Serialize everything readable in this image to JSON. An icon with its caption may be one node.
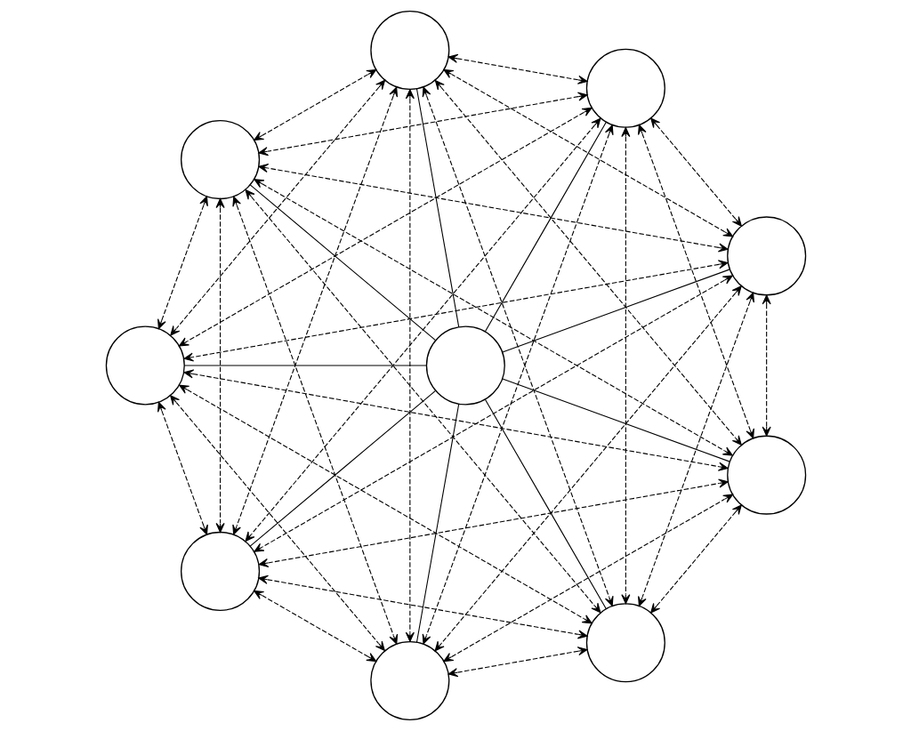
{
  "diagram": {
    "nodes": [
      {
        "text": [],
        "shape": "circle"
      },
      {
        "text": [],
        "shape": "circle"
      },
      {
        "text": [],
        "shape": "circle"
      },
      {
        "text": [],
        "shape": "circle"
      },
      {
        "text": [],
        "shape": "circle"
      },
      {
        "text": [],
        "shape": "circle"
      },
      {
        "text": [],
        "shape": "circle"
      },
      {
        "text": [],
        "shape": "circle"
      },
      {
        "text": [],
        "shape": "circle"
      },
      {
        "text": [],
        "shape": "circle"
      }
    ],
    "edges": [
      {
        "from": 0,
        "to": 5,
        "arrow": "none"
      },
      {
        "from": 0,
        "to": 3,
        "arrow": "none"
      },
      {
        "from": 0,
        "to": 2,
        "arrow": "none"
      },
      {
        "from": 0,
        "to": 1,
        "arrow": "none"
      },
      {
        "from": 0,
        "to": 4,
        "arrow": "none"
      },
      {
        "from": 0,
        "to": 6,
        "arrow": "none"
      },
      {
        "from": 0,
        "to": 8,
        "arrow": "none"
      },
      {
        "from": 0,
        "to": 9,
        "arrow": "none"
      },
      {
        "from": 0,
        "to": 7,
        "arrow": "none"
      },
      {
        "from": 1,
        "to": 2,
        "arrow": "both",
        "style": "dashed"
      },
      {
        "from": 1,
        "to": 3,
        "arrow": "both",
        "style": "dashed"
      },
      {
        "from": 1,
        "to": 4,
        "arrow": "both",
        "style": "dashed"
      },
      {
        "from": 1,
        "to": 5,
        "arrow": "both",
        "style": "dashed"
      },
      {
        "from": 1,
        "to": 6,
        "arrow": "both",
        "style": "dashed"
      },
      {
        "from": 1,
        "to": 7,
        "arrow": "both",
        "style": "dashed"
      },
      {
        "from": 1,
        "to": 8,
        "arrow": "both",
        "style": "dashed"
      },
      {
        "from": 1,
        "to": 9,
        "arrow": "both",
        "style": "dashed"
      },
      {
        "from": 2,
        "to": 3,
        "arrow": "both",
        "style": "dashed"
      },
      {
        "from": 2,
        "to": 4,
        "arrow": "both",
        "style": "dashed"
      },
      {
        "from": 2,
        "to": 5,
        "arrow": "both",
        "style": "dashed"
      },
      {
        "from": 2,
        "to": 6,
        "arrow": "both",
        "style": "dashed"
      },
      {
        "from": 2,
        "to": 7,
        "arrow": "both",
        "style": "dashed"
      },
      {
        "from": 2,
        "to": 8,
        "arrow": "both",
        "style": "dashed"
      },
      {
        "from": 2,
        "to": 9,
        "arrow": "both",
        "style": "dashed"
      },
      {
        "from": 3,
        "to": 4,
        "arrow": "both",
        "style": "dashed"
      },
      {
        "from": 3,
        "to": 5,
        "arrow": "both",
        "style": "dashed"
      },
      {
        "from": 3,
        "to": 6,
        "arrow": "both",
        "style": "dashed"
      },
      {
        "from": 3,
        "to": 7,
        "arrow": "both",
        "style": "dashed"
      },
      {
        "from": 3,
        "to": 8,
        "arrow": "both",
        "style": "dashed"
      },
      {
        "from": 3,
        "to": 9,
        "arrow": "both",
        "style": "dashed"
      },
      {
        "from": 4,
        "to": 5,
        "arrow": "both",
        "style": "dashed"
      },
      {
        "from": 4,
        "to": 6,
        "arrow": "both",
        "style": "dashed"
      },
      {
        "from": 4,
        "to": 7,
        "arrow": "both",
        "style": "dashed"
      },
      {
        "from": 4,
        "to": 8,
        "arrow": "both",
        "style": "dashed"
      },
      {
        "from": 4,
        "to": 9,
        "arrow": "both",
        "style": "dashed"
      },
      {
        "from": 5,
        "to": 6,
        "arrow": "both",
        "style": "dashed"
      },
      {
        "from": 5,
        "to": 7,
        "arrow": "both",
        "style": "dashed"
      },
      {
        "from": 5,
        "to": 8,
        "arrow": "both",
        "style": "dashed"
      },
      {
        "from": 5,
        "to": 9,
        "arrow": "both",
        "style": "dashed"
      },
      {
        "from": 6,
        "to": 7,
        "arrow": "both",
        "style": "dashed"
      },
      {
        "from": 6,
        "to": 8,
        "arrow": "both",
        "style": "dashed"
      },
      {
        "from": 6,
        "to": 9,
        "arrow": "both",
        "style": "dashed"
      },
      {
        "from": 7,
        "to": 8,
        "arrow": "both",
        "style": "dashed"
      },
      {
        "from": 7,
        "to": 9,
        "arrow": "both",
        "style": "dashed"
      },
      {
        "from": 8,
        "to": 9,
        "arrow": "both",
        "style": "dashed"
      }
    ]
  }
}
